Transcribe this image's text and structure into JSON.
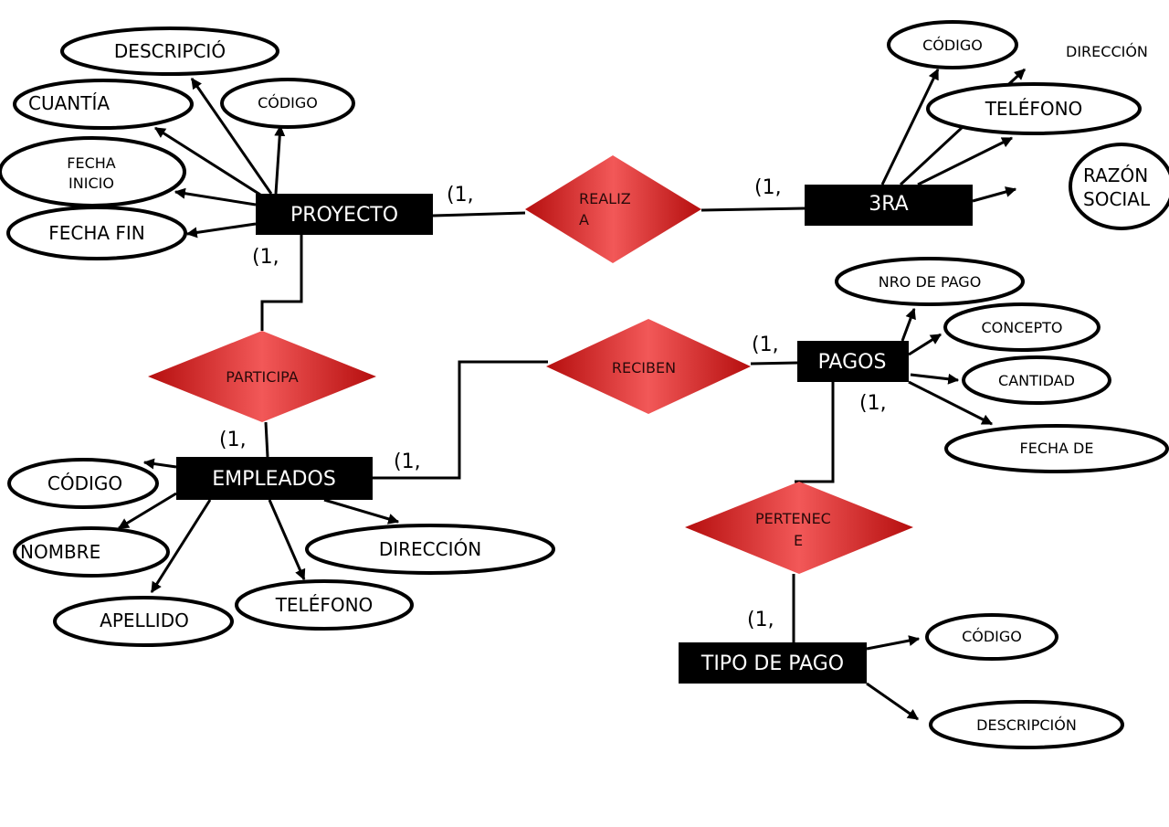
{
  "entities": {
    "proyecto": "PROYECTO",
    "tercera": "3RA",
    "empleados": "EMPLEADOS",
    "pagos": "PAGOS",
    "tipo_pago": "TIPO DE PAGO"
  },
  "relationships": {
    "realiza": [
      "REALIZ",
      "A"
    ],
    "participa": "PARTICIPA",
    "reciben": "RECIBEN",
    "pertenece": [
      "PERTENEC",
      "E"
    ]
  },
  "attributes": {
    "proyecto": {
      "descripcion": "DESCRIPCIÓ",
      "cuantia": "CUANTÍA",
      "codigo": "CÓDIGO",
      "fecha_inicio": [
        "FECHA",
        "INICIO"
      ],
      "fecha_fin": "FECHA FIN"
    },
    "tercera": {
      "codigo": "CÓDIGO",
      "direccion": "DIRECCIÓN",
      "telefono": "TELÉFONO",
      "razon_social": [
        "RAZÓN",
        "SOCIAL"
      ]
    },
    "empleados": {
      "codigo": "CÓDIGO",
      "nombre": "NOMBRE",
      "apellido": "APELLIDO",
      "telefono": "TELÉFONO",
      "direccion": "DIRECCIÓN"
    },
    "pagos": {
      "nro_pago": "NRO DE PAGO",
      "concepto": "CONCEPTO",
      "cantidad": "CANTIDAD",
      "fecha": "FECHA DE"
    },
    "tipo_pago": {
      "codigo": "CÓDIGO",
      "descripcion": "DESCRIPCIÓN"
    }
  },
  "cardinalities": {
    "proyecto_realiza": "(1,",
    "realiza_tercera": "(1,",
    "proyecto_participa": "(1,",
    "participa_empleados": "(1,",
    "empleados_reciben": "(1,",
    "reciben_pagos": "(1,",
    "pagos_pertenece": "(1,",
    "pertenece_tipo": "(1,"
  },
  "colors": {
    "entity_fill": "#000000",
    "entity_text": "#ffffff",
    "relationship_fill": "#d42020",
    "relationship_edge": "#b01010",
    "attribute_stroke": "#000000"
  }
}
